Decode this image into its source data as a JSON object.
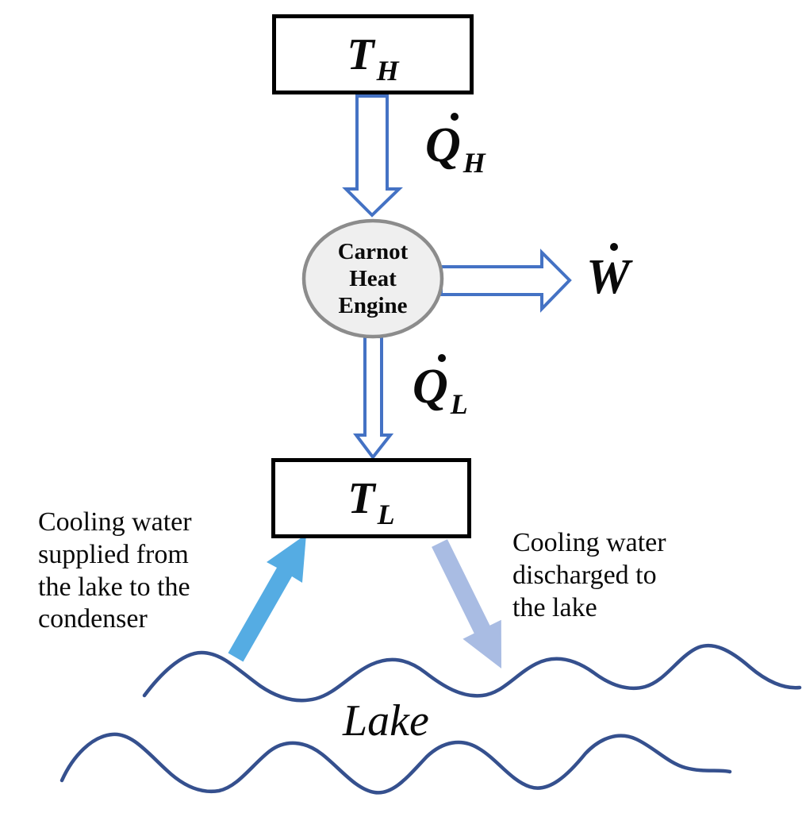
{
  "labels": {
    "hot_reservoir": {
      "main": "T",
      "sub": "H"
    },
    "cold_reservoir": {
      "main": "T",
      "sub": "L"
    },
    "engine": {
      "lines": [
        "Carnot",
        "Heat",
        "Engine"
      ]
    },
    "heat_in": {
      "symbol": "Q",
      "sub": "H"
    },
    "heat_out": {
      "symbol": "Q",
      "sub": "L"
    },
    "work": {
      "symbol": "W"
    },
    "lake": "Lake"
  },
  "notes": {
    "supply": {
      "lines": [
        "Cooling water",
        "supplied from",
        "the lake to the",
        "condenser"
      ]
    },
    "discharge": {
      "lines": [
        "Cooling water",
        "discharged to",
        "the lake"
      ]
    }
  },
  "colors": {
    "arrow_outline": "#4472C4",
    "arrow_fill": "#FFFFFF",
    "supply_arrow": "#55ACE3",
    "discharge_arrow": "#A9BCE3",
    "wave_stroke": "#35508E",
    "engine_fill": "#EFEFEF",
    "engine_stroke": "#8C8C8C",
    "box_border": "#000000"
  }
}
